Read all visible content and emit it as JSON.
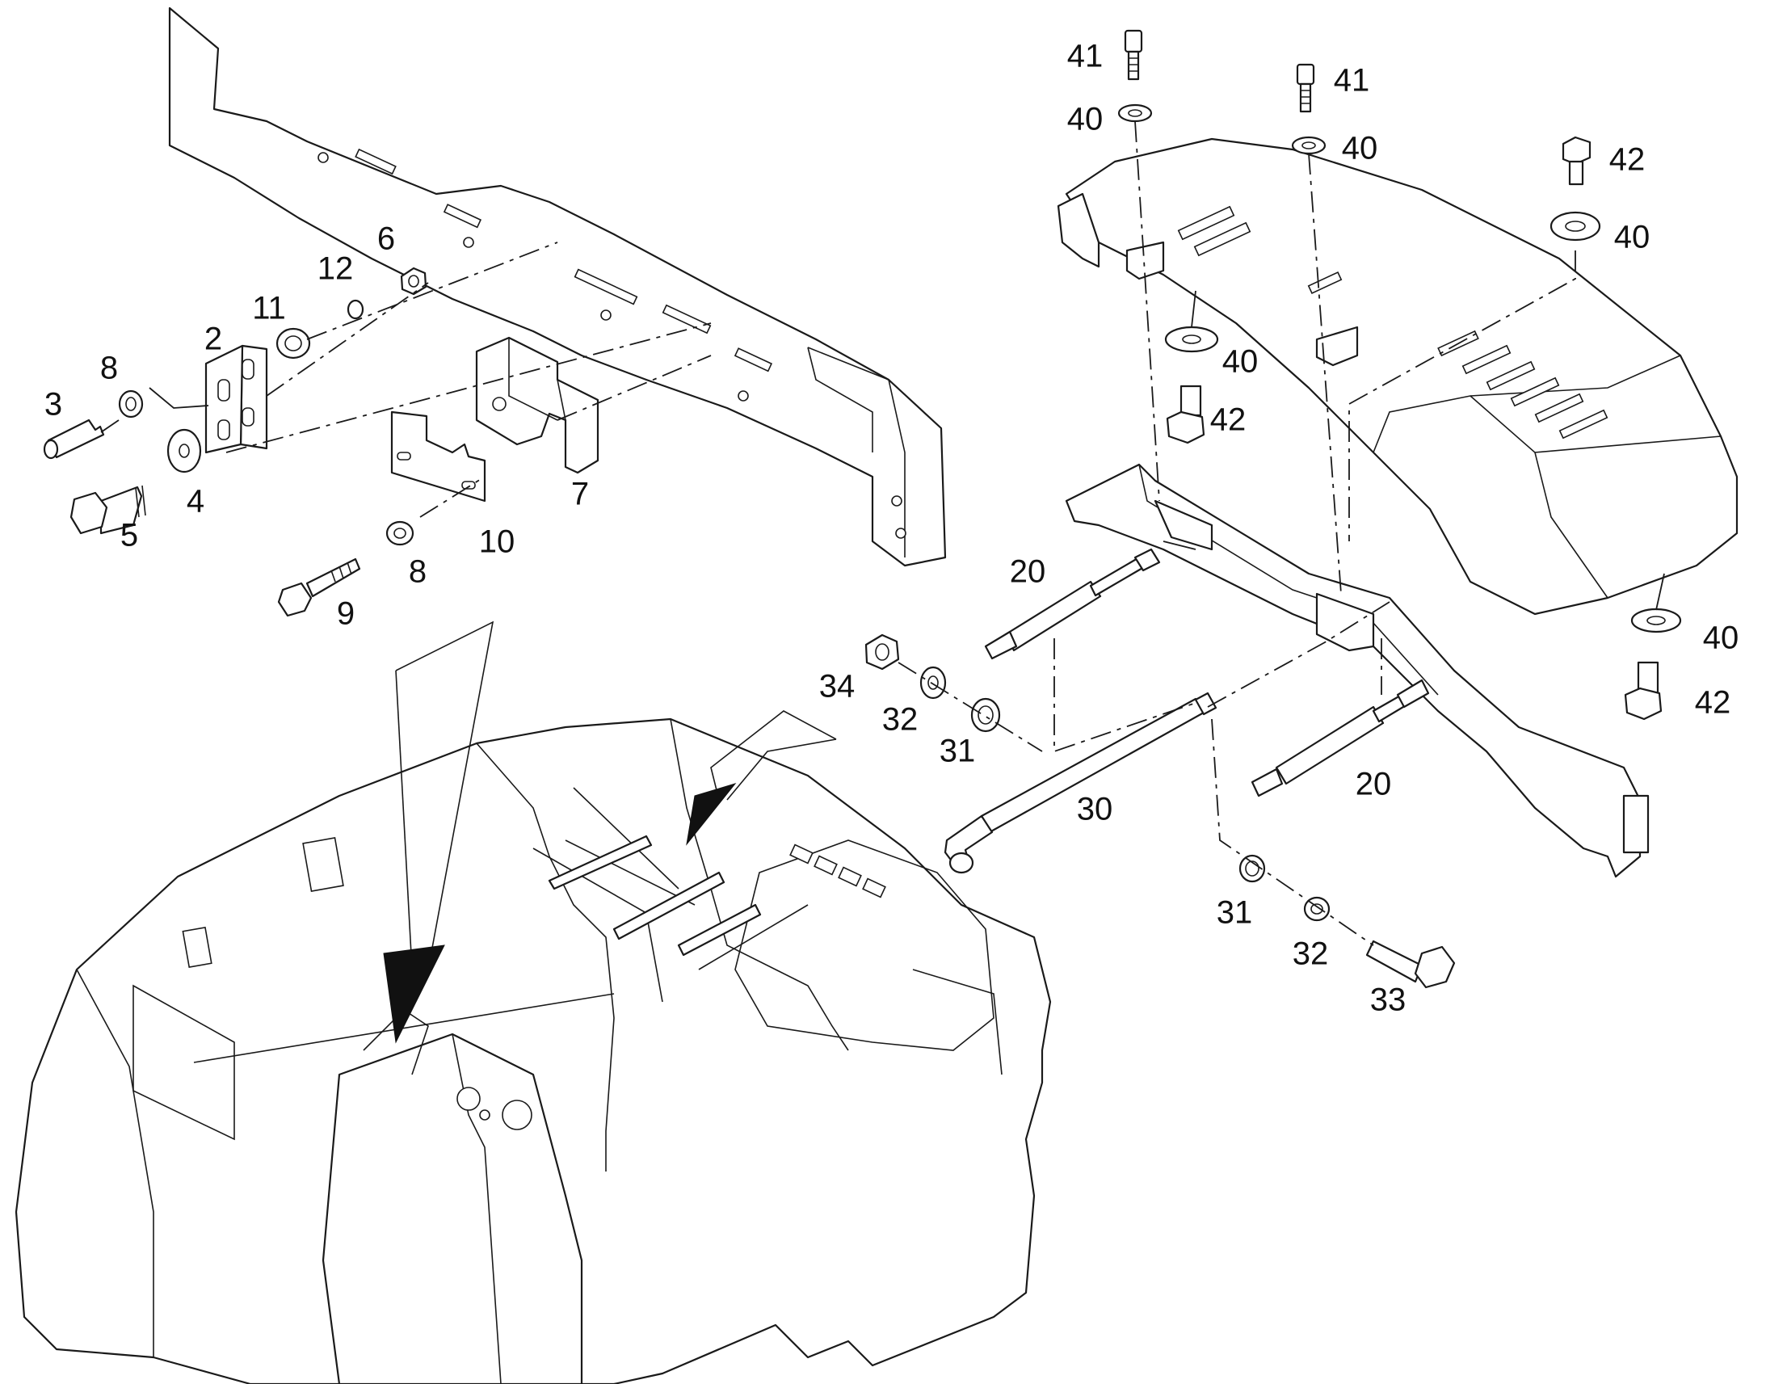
{
  "diagram": {
    "line_color": "#1a1a1a",
    "background": "#ffffff"
  },
  "callouts": {
    "c41a": "41",
    "c40a": "40",
    "c41b": "41",
    "c40b": "40",
    "c42a": "42",
    "c40c": "40",
    "c40d": "40",
    "c42b": "42",
    "c40e": "40",
    "c42c": "42",
    "c6": "6",
    "c12": "12",
    "c11": "11",
    "c2": "2",
    "c8a": "8",
    "c3": "3",
    "c4": "4",
    "c5": "5",
    "c7": "7",
    "c10": "10",
    "c8b": "8",
    "c9": "9",
    "c20a": "20",
    "c34": "34",
    "c32a": "32",
    "c31a": "31",
    "c30": "30",
    "c20b": "20",
    "c31b": "31",
    "c32b": "32",
    "c33": "33"
  }
}
